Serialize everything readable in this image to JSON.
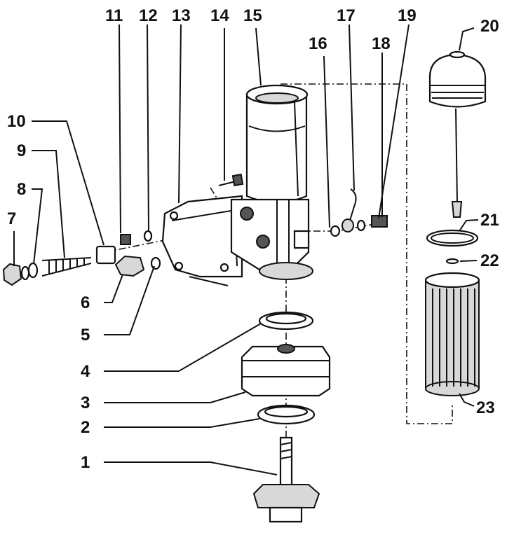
{
  "figure": {
    "part_labels": [
      "1",
      "2",
      "3",
      "4",
      "5",
      "6",
      "7",
      "8",
      "9",
      "10",
      "11",
      "12",
      "13",
      "14",
      "15",
      "16",
      "17",
      "18",
      "19",
      "20",
      "21",
      "22",
      "23"
    ]
  }
}
